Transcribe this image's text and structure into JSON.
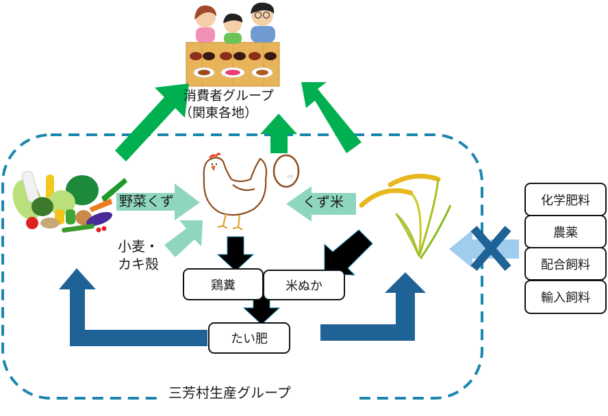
{
  "title_consumers_line1": "消費者グループ",
  "title_consumers_line2": "（関東各地）",
  "group_label": "三芳村生産グループ",
  "inputs": {
    "vegetable_waste": "野菜くず",
    "wheat_oyster_line1": "小麦・",
    "wheat_oyster_line2": "カキ殻",
    "broken_rice": "くず米"
  },
  "outputs": {
    "chicken_manure": "鶏糞",
    "rice_bran": "米ぬか",
    "compost": "たい肥"
  },
  "excluded_items": [
    "化学肥料",
    "農薬",
    "配合飼料",
    "輸入飼料"
  ],
  "illustrations": {
    "family": "family-eating-illustration",
    "vegetables": "vegetables-illustration",
    "chicken": "chicken-illustration",
    "egg": "egg-illustration",
    "rice": "rice-plant-illustration"
  },
  "colors": {
    "green_arrow": "#00b050",
    "mint_arrow": "#8fd6c0",
    "blue_arrow": "#1f6296",
    "light_blue_arrow": "#9fcdee",
    "black_arrow": "#000000",
    "dashed_border": "#1a86b0",
    "cross": "#1f6296"
  }
}
